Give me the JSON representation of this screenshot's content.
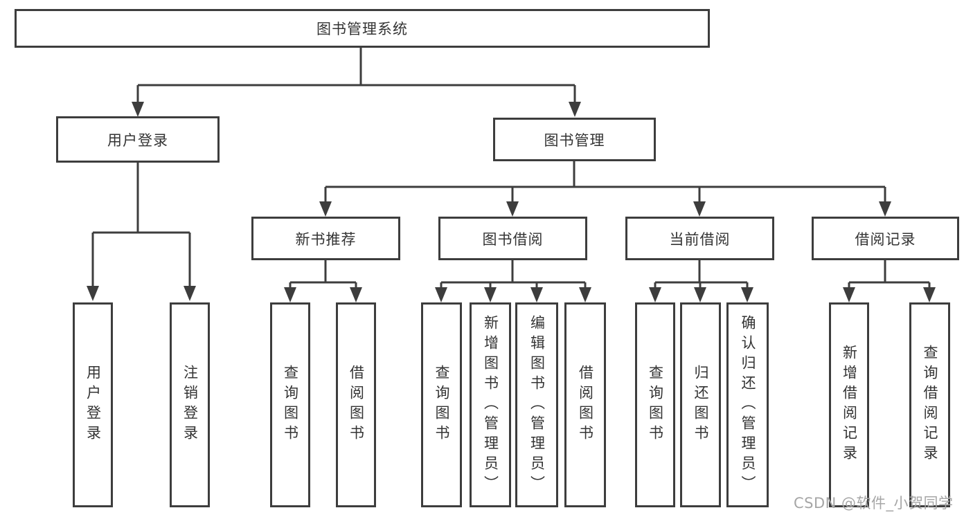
{
  "diagram": {
    "root_label": "图书管理系统",
    "user_login": {
      "label": "用户登录",
      "children": [
        "用户登录",
        "注销登录"
      ]
    },
    "book_management": {
      "label": "图书管理",
      "sections": [
        {
          "label": "新书推荐",
          "children": [
            "查询图书",
            "借阅图书"
          ]
        },
        {
          "label": "图书借阅",
          "children": [
            "查询图书",
            "新增图书（管理员）",
            "编辑图书（管理员）",
            "借阅图书"
          ]
        },
        {
          "label": "当前借阅",
          "children": [
            "查询图书",
            "归还图书",
            "确认归还（管理员）"
          ]
        },
        {
          "label": "借阅记录",
          "children": [
            "新增借阅记录",
            "查询借阅记录"
          ]
        }
      ]
    }
  },
  "watermark": "CSDN @软件_小贺同学",
  "colors": {
    "line": "#3d3d3d",
    "text": "#333333",
    "watermark": "#a6a6a6",
    "background": "#ffffff"
  }
}
